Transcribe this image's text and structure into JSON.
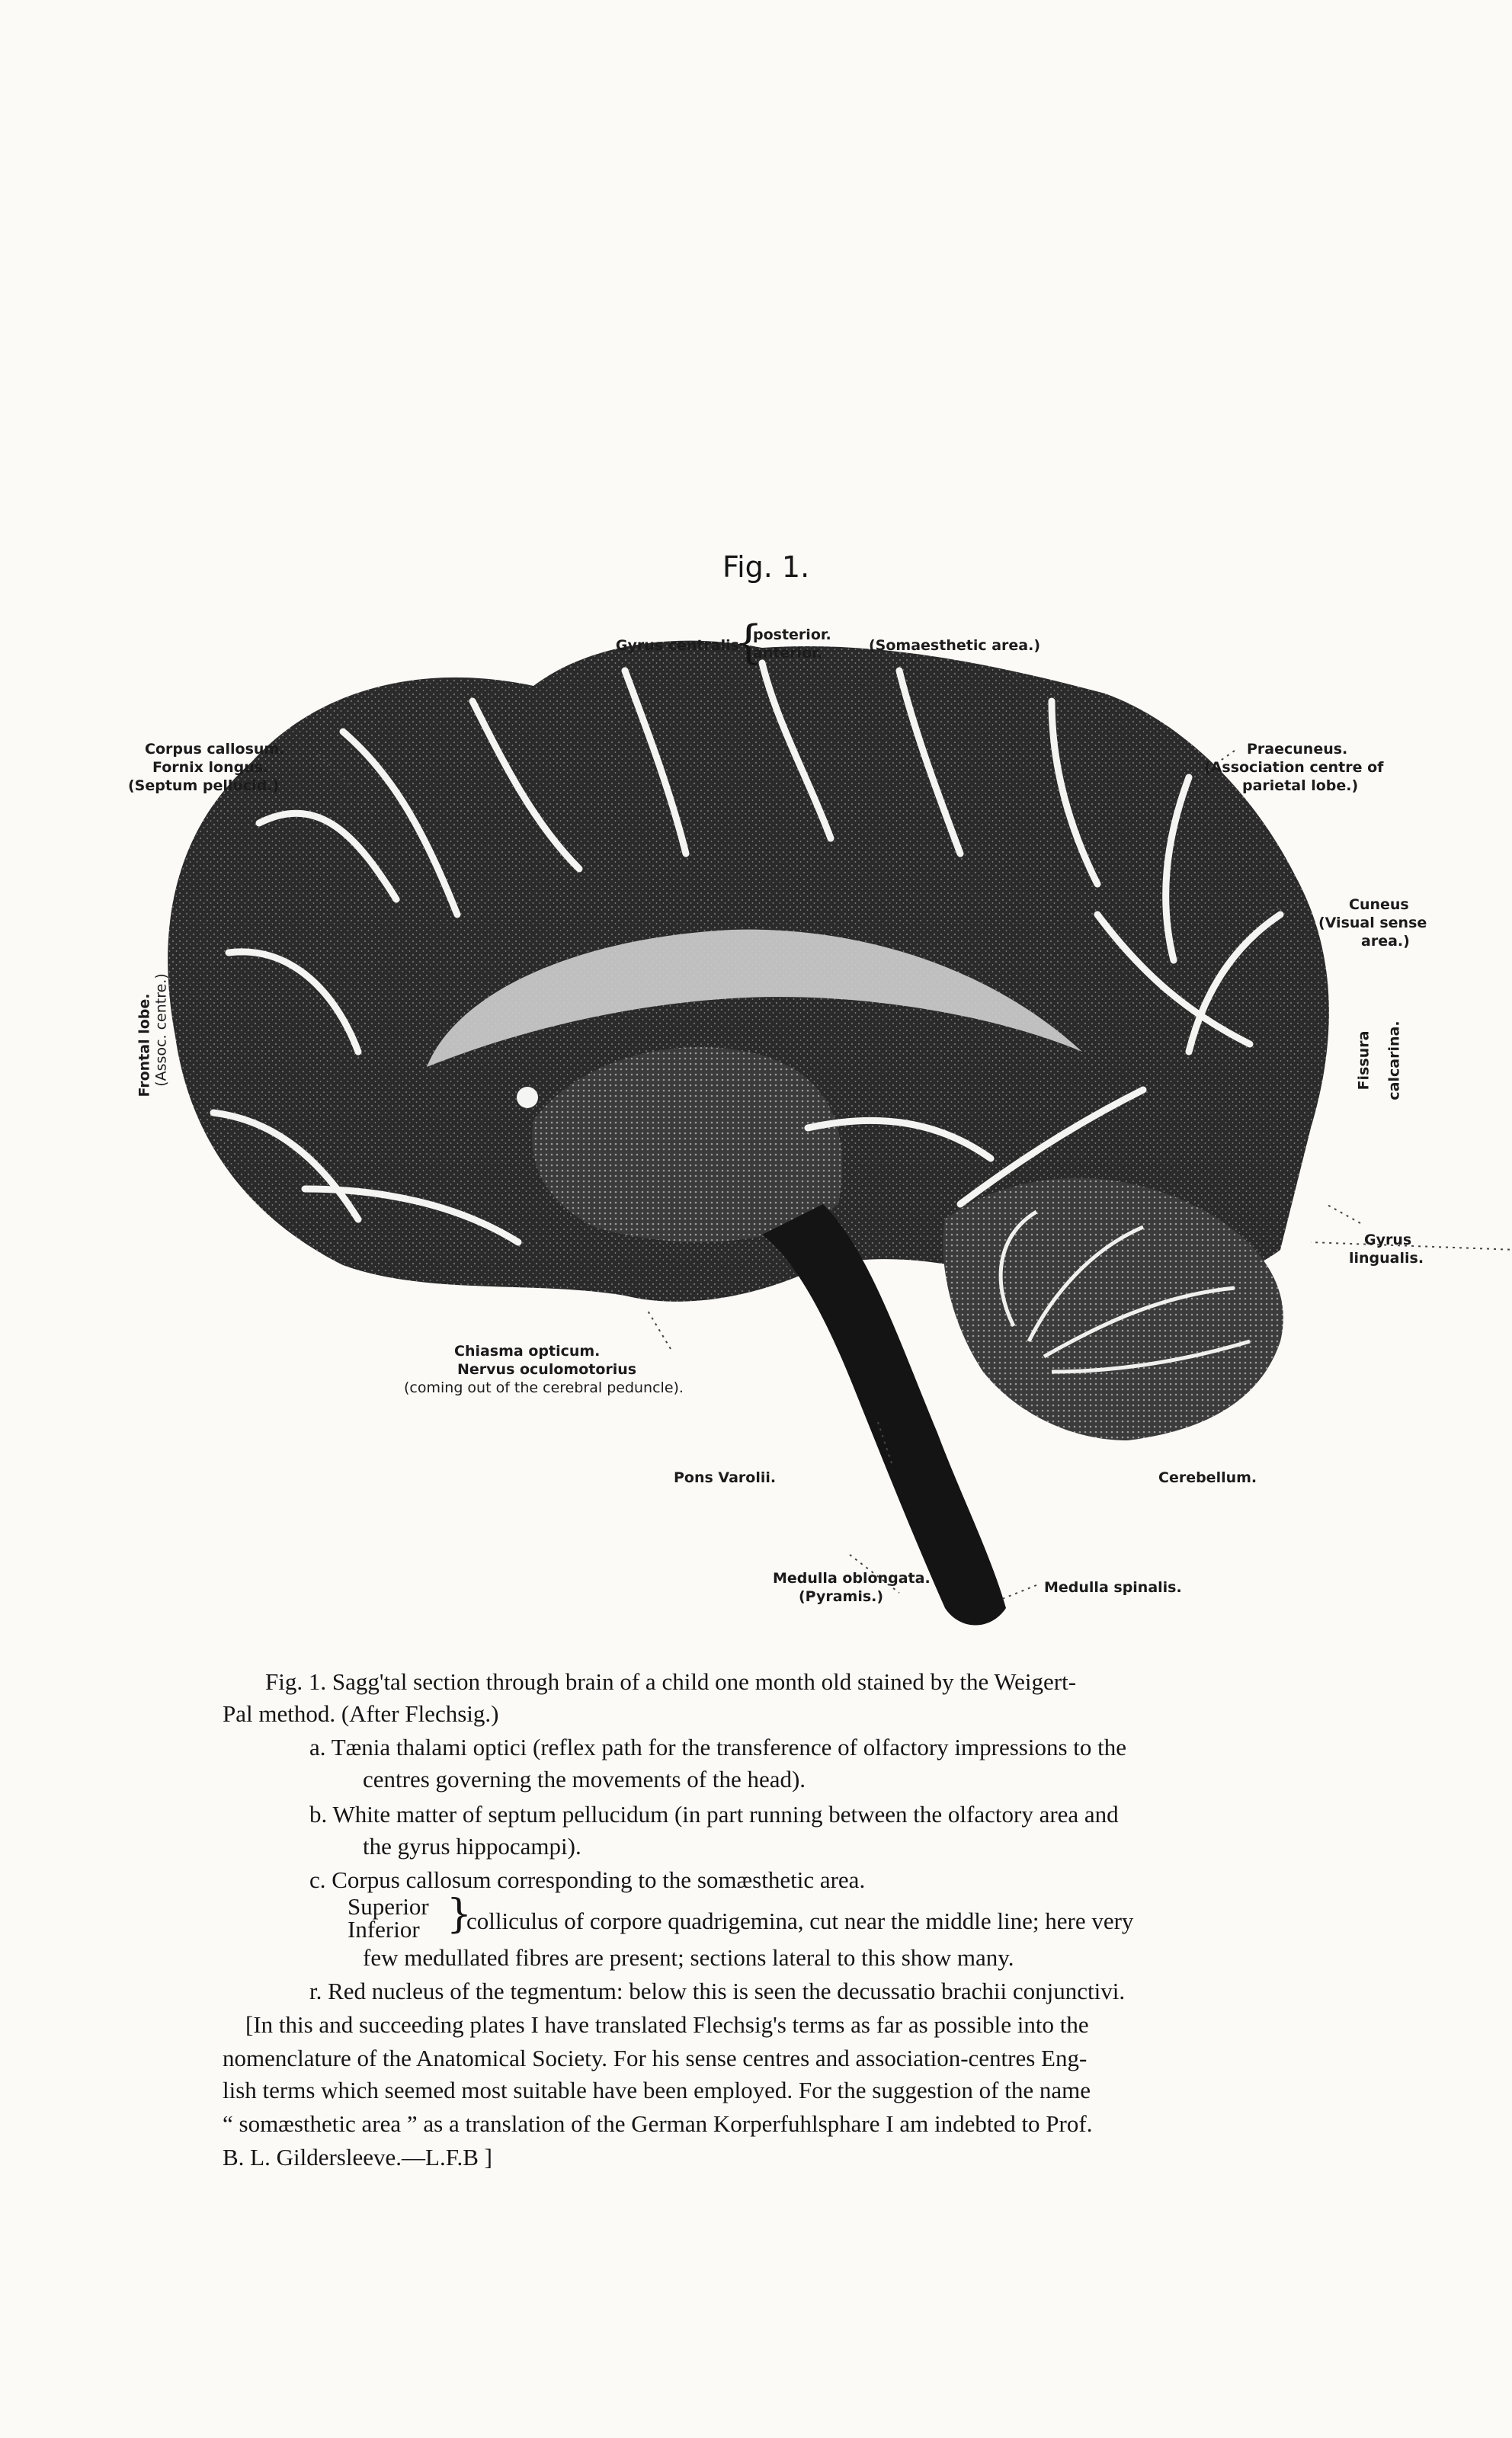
{
  "figure_number": "Fig. 1.",
  "labels": {
    "gyrus_centralis": "Gyrus centralis",
    "gyrus_posterior": "posterior.",
    "gyrus_anterior": "anterior.",
    "somaesthetic_area": "(Somaesthetic area.)",
    "corpus_callosum": "Corpus callosum.",
    "fornix_longus": "Fornix longus.",
    "septum_pellucid": "(Septum pellucid.)",
    "praecuneus": "Praecuneus.",
    "assoc_centre_1": "(Association centre of",
    "assoc_centre_2": "parietal lobe.)",
    "cuneus": "Cuneus",
    "visual_sense_1": "(Visual sense",
    "visual_sense_2": "area.)",
    "frontal_lobe": "Frontal lobe.",
    "assoc_centre_frontal": "(Assoc. centre.)",
    "fissura": "Fissura",
    "calcarina": "calcarina.",
    "gyrus_lingualis_1": "Gyrus",
    "gyrus_lingualis_2": "lingualis.",
    "chiasma": "Chiasma opticum.",
    "nervus": "Nervus oculomotorius",
    "coming_out": "(coming out of the cerebral peduncle).",
    "pons": "Pons Varolii.",
    "cerebellum": "Cerebellum.",
    "medulla_oblongata": "Medulla oblongata.",
    "pyramis": "(Pyramis.)",
    "medulla_spinalis": "Medulla spinalis."
  },
  "caption": {
    "line1": "Fig. 1. Sagg'tal section through brain of a child one month old stained by the Weigert-",
    "line2": "Pal method. (After Flechsig.)",
    "a1": "a. Tænia thalami optici (reflex path for the transference of olfactory impressions to the",
    "a2": "centres governing the movements of the head).",
    "b1": "b. White matter of septum pellucidum (in part running between the olfactory area and",
    "b2": "the gyrus hippocampi).",
    "c": "c. Corpus callosum corresponding to the somæsthetic area.",
    "d_superior": "Superior",
    "d_inferior": "Inferior",
    "d_rest": "colliculus of corpore quadrigemina, cut near the middle line; here very",
    "d2": "few medullated fibres are present; sections lateral to this show many.",
    "r": "r. Red nucleus of the tegmentum: below this is seen the decussatio brachii conjunctivi.",
    "note1": "[In this and succeeding plates I have translated Flechsig's terms as far as possible into the",
    "note2": "nomenclature of the Anatomical Society. For his sense centres and association-centres Eng-",
    "note3": "lish terms which seemed most suitable have been employed. For the suggestion of the name",
    "note4": "“ somæsthetic area ” as a translation of the German Korperfuhlsphare I am indebted to Prof.",
    "note5": "B. L. Gildersleeve.—L.F.B ]"
  }
}
